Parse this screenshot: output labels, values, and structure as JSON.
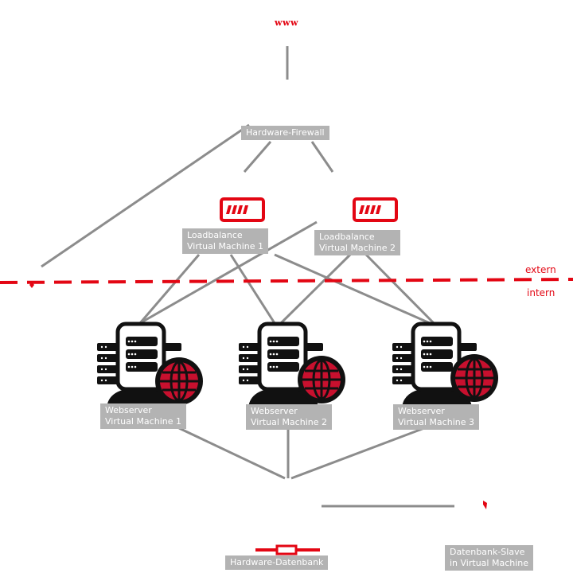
{
  "internet": {
    "label": "www"
  },
  "firewall": {
    "label": "Hardware-Firewall"
  },
  "loadbalancers": [
    {
      "line1": "Loadbalance",
      "line2": "Virtual Machine 1"
    },
    {
      "line1": "Loadbalance",
      "line2": "Virtual Machine 2"
    }
  ],
  "zones": {
    "extern": "extern",
    "intern": "intern"
  },
  "webservers": [
    {
      "line1": "Webserver",
      "line2": "Virtual Machine 1"
    },
    {
      "line1": "Webserver",
      "line2": "Virtual Machine 2"
    },
    {
      "line1": "Webserver",
      "line2": "Virtual Machine 3"
    }
  ],
  "database": {
    "label": "Hardware-Datenbank"
  },
  "slave": {
    "line1": "Datenbank-Slave",
    "line2": "in Virtual Machine"
  },
  "colors": {
    "accent": "#e30613",
    "line": "#8c8c8c",
    "label_bg": "#b3b3b3",
    "icon": "#111111"
  }
}
